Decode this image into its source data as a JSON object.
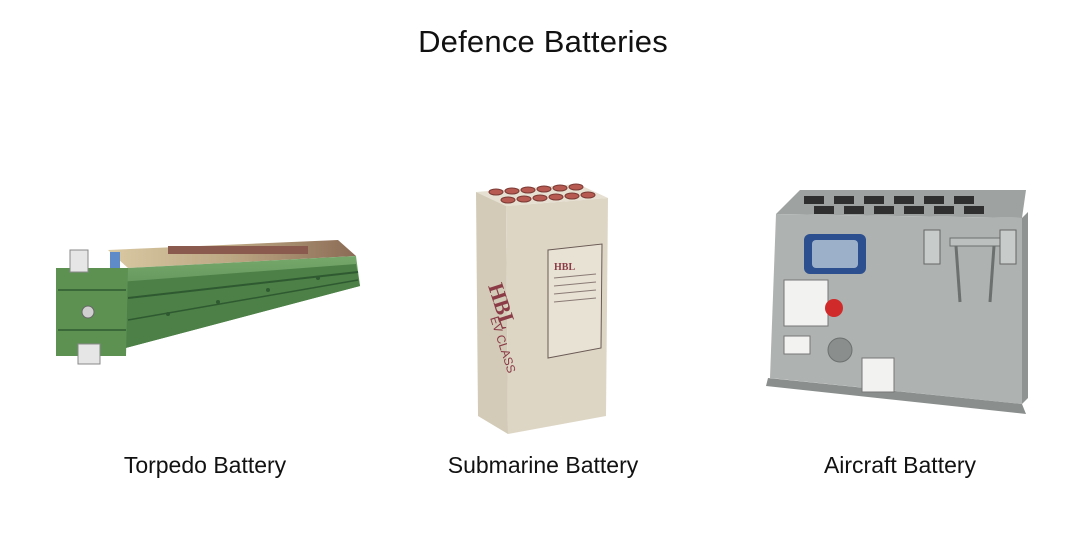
{
  "page": {
    "title": "Defence Batteries"
  },
  "products": [
    {
      "name": "Torpedo Battery",
      "image_icon": "torpedo-battery-icon",
      "color": "#4f8a4a"
    },
    {
      "name": "Submarine Battery",
      "image_icon": "submarine-battery-icon",
      "color": "#ddd6c5",
      "brand": "HBL",
      "model": "EV CLASS"
    },
    {
      "name": "Aircraft Battery",
      "image_icon": "aircraft-battery-icon",
      "color": "#a9adab"
    }
  ]
}
